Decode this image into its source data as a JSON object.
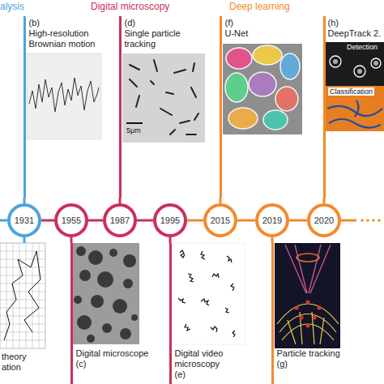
{
  "diagram": {
    "nodes": [
      {
        "text": [
          "(b)",
          "High-resolution Brownian motion"
        ]
      },
      {
        "text": [
          "(d)",
          "Single particle tracking"
        ]
      },
      {
        "text": [
          "(f)",
          "U-Net"
        ]
      },
      {
        "text": [
          "(h)",
          "DeepTrack 2."
        ]
      },
      {
        "text": [
          "1931"
        ]
      },
      {
        "text": [
          "1955"
        ]
      },
      {
        "text": [
          "1987"
        ]
      },
      {
        "text": [
          "1995"
        ]
      },
      {
        "text": [
          "2015"
        ]
      },
      {
        "text": [
          "2019"
        ]
      },
      {
        "text": [
          "2020"
        ]
      },
      {
        "text": [
          "theory",
          "ation"
        ]
      },
      {
        "text": [
          "Digital microscope",
          "(c)"
        ]
      },
      {
        "text": [
          "Digital video microscopy",
          "(e)"
        ]
      },
      {
        "text": [
          "Particle tracking",
          "(g)"
        ]
      }
    ],
    "edges": [
      {
        "from": 4,
        "to": 5,
        "arrow": "none"
      },
      {
        "from": 5,
        "to": 6,
        "arrow": "none"
      },
      {
        "from": 6,
        "to": 7,
        "arrow": "none"
      },
      {
        "from": 7,
        "to": 8,
        "arrow": "none"
      },
      {
        "from": 8,
        "to": 9,
        "arrow": "none"
      },
      {
        "from": 9,
        "to": 10,
        "arrow": "none"
      },
      {
        "from": 4,
        "to": 0,
        "arrow": "none"
      },
      {
        "from": 4,
        "to": 11,
        "arrow": "none"
      },
      {
        "from": 5,
        "to": 12,
        "arrow": "none"
      },
      {
        "from": 6,
        "to": 1,
        "arrow": "none"
      },
      {
        "from": 7,
        "to": 13,
        "arrow": "none"
      },
      {
        "from": 8,
        "to": 2,
        "arrow": "none"
      },
      {
        "from": 9,
        "to": 14,
        "arrow": "none"
      },
      {
        "from": 10,
        "to": 3,
        "arrow": "none"
      }
    ],
    "labels": [
      "alysis",
      "Digital microscopy",
      "Deep learning",
      "5μm",
      "Detection",
      "Classification"
    ]
  }
}
